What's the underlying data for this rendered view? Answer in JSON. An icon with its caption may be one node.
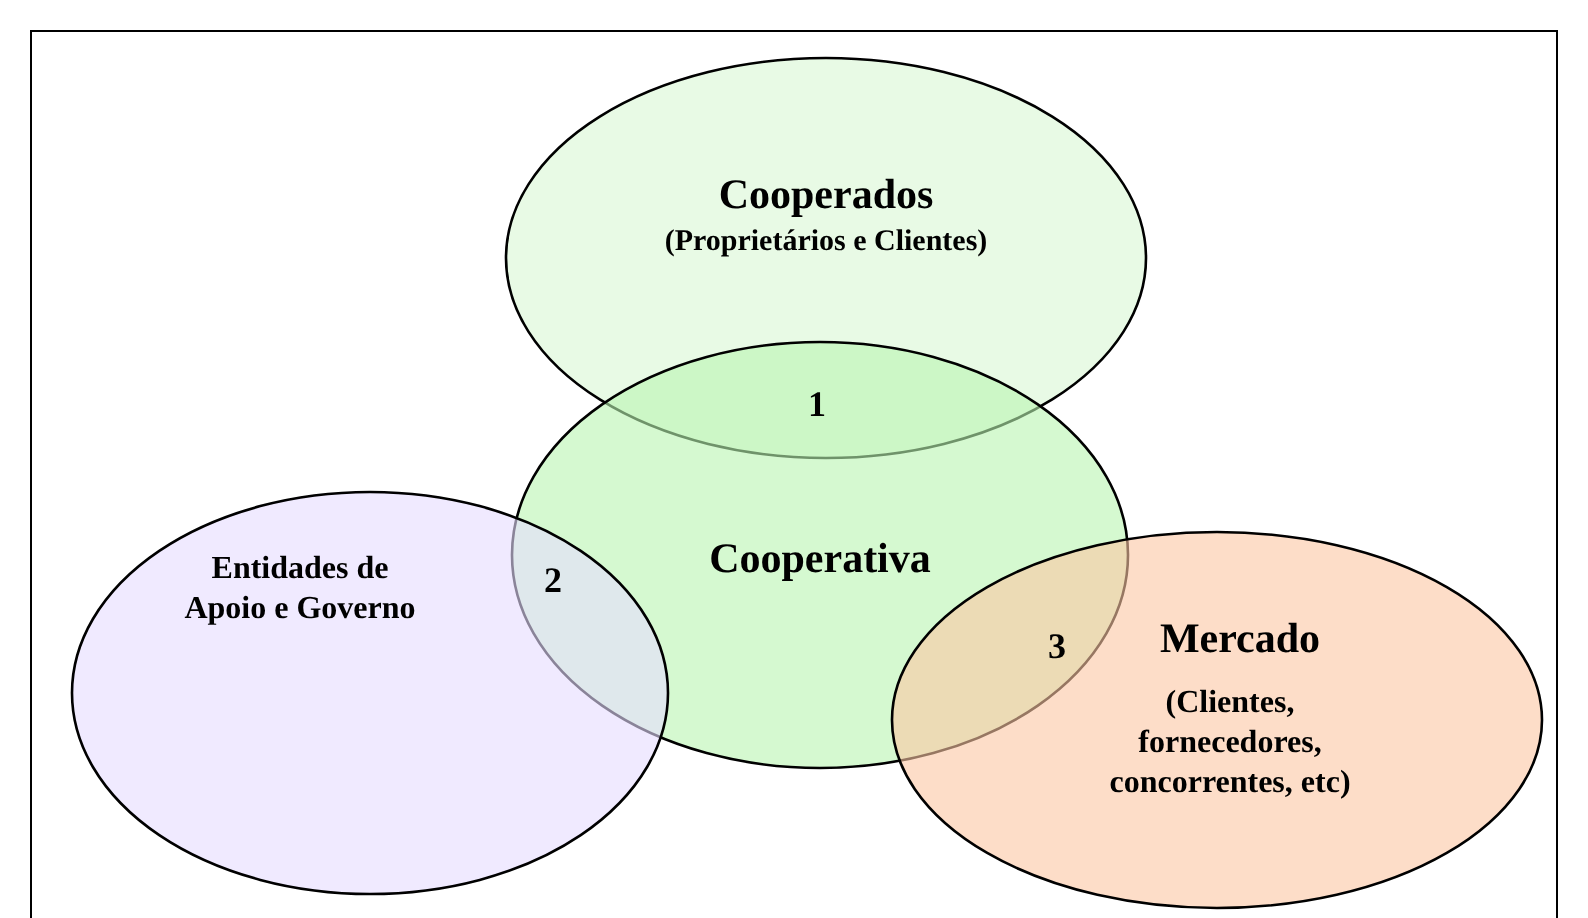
{
  "diagram": {
    "nodes": [
      {
        "text": [
          "Cooperados",
          "(Proprietários e Clientes)"
        ]
      },
      {
        "text": [
          "Cooperativa"
        ]
      },
      {
        "text": [
          "Entidades de Apoio e Governo"
        ]
      },
      {
        "text": [
          "Mercado",
          "(Clientes, fornecedores, concorrentes, etc)"
        ]
      }
    ],
    "edges": [],
    "labels": [
      "1",
      "2",
      "3"
    ]
  }
}
